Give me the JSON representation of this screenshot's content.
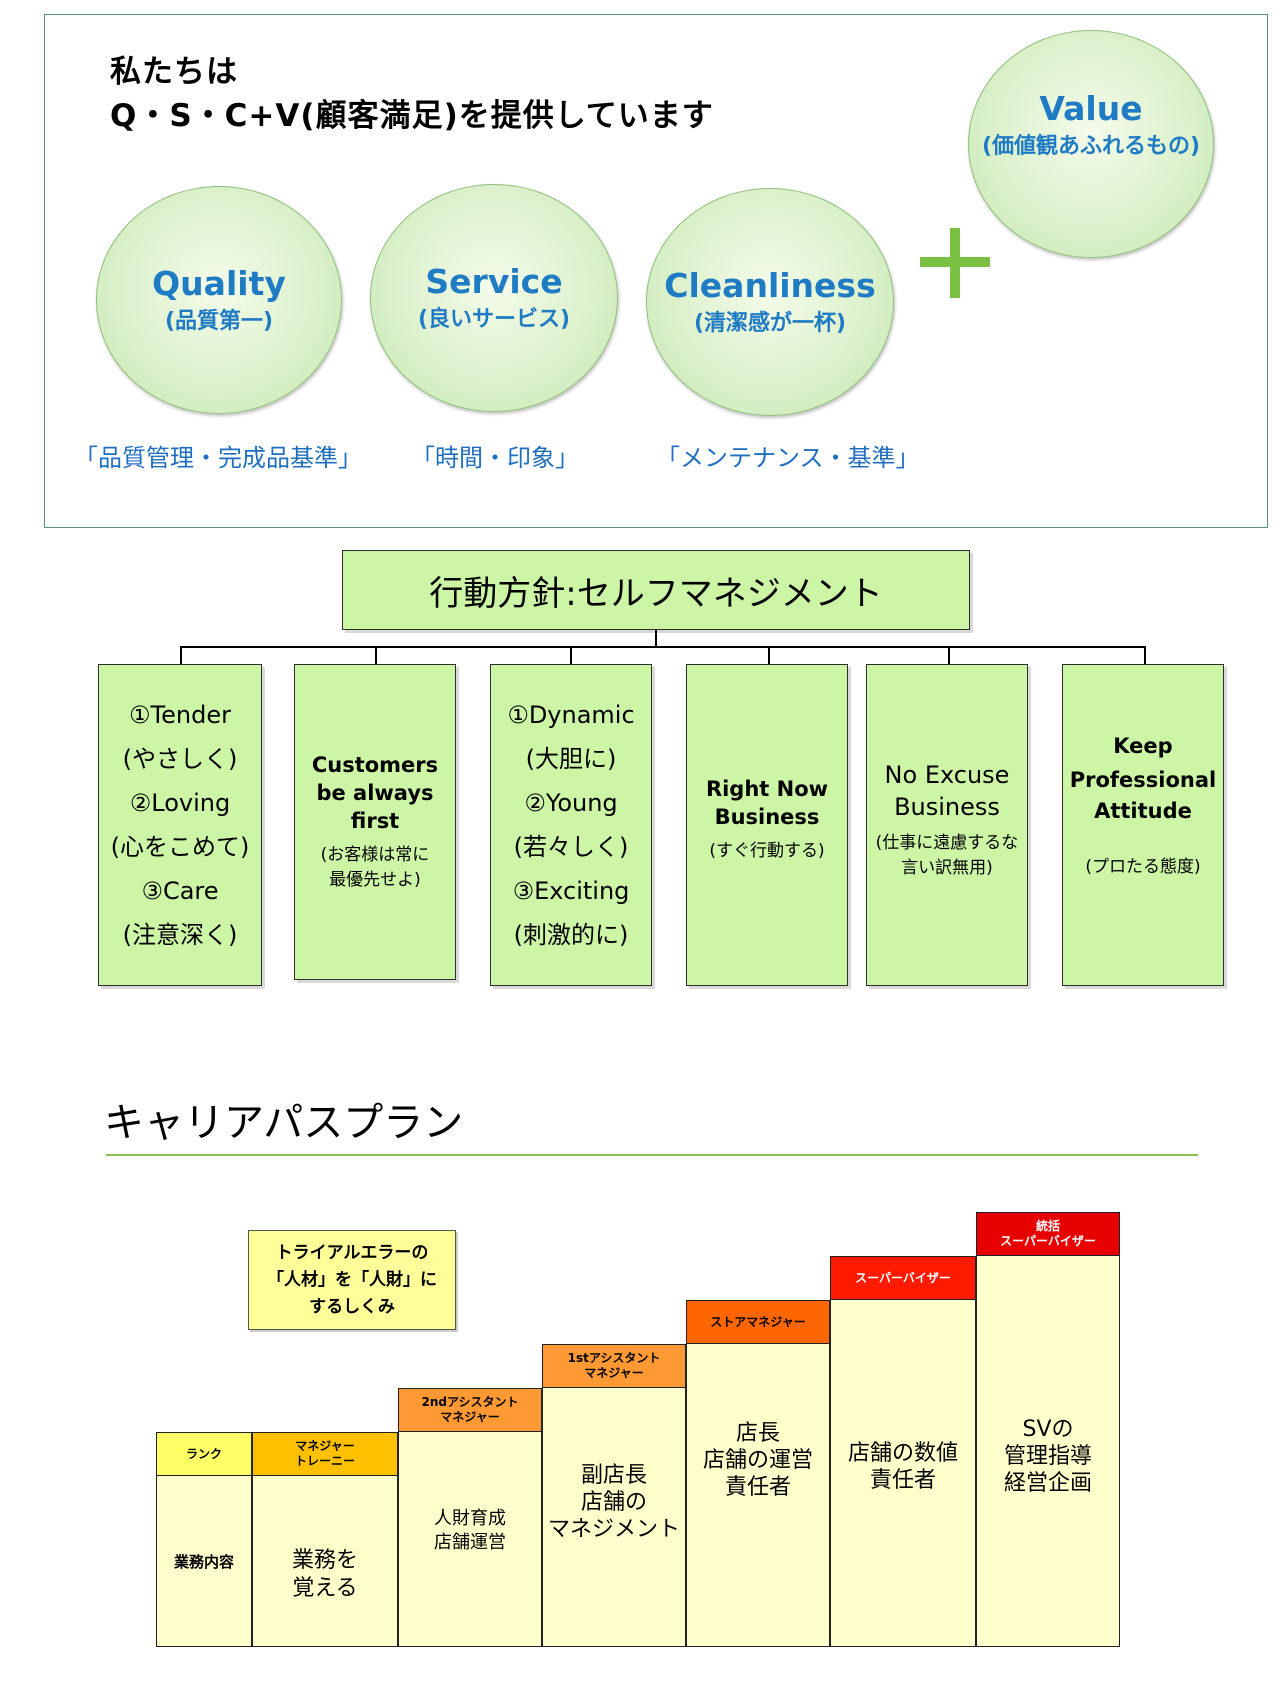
{
  "qsc": {
    "headline_line1": "私たちは",
    "headline_line2": "Q・S・C+V(顧客満足)を提供しています",
    "circles": [
      {
        "en": "Quality",
        "jp": "(品質第一)",
        "caption": "「品質管理・完成品基準」"
      },
      {
        "en": "Service",
        "jp": "(良いサービス)",
        "caption": "「時間・印象」"
      },
      {
        "en": "Cleanliness",
        "jp": "(清潔感が一杯)",
        "caption": "「メンテナンス・基準」"
      },
      {
        "en": "Value",
        "jp": "(価値観あふれるもの)"
      }
    ],
    "colors": {
      "circle_text": "#1f7bc4",
      "caption_text": "#1f6fc1",
      "plus": "#7ac043",
      "border": "#5f8f7a"
    }
  },
  "policy": {
    "title": "行動方針:セルフマネジメント",
    "boxes": [
      {
        "lines": [
          "①Tender",
          "(やさしく)",
          "②Loving",
          "(心をこめて)",
          "③Care",
          "(注意深く)"
        ]
      },
      {
        "bold": [
          "Customers",
          "be always",
          "first"
        ],
        "small": [
          "(お客様は常に",
          "最優先せよ)"
        ]
      },
      {
        "lines": [
          "①Dynamic",
          "(大胆に)",
          "②Young",
          "(若々しく)",
          "③Exciting",
          "(刺激的に)"
        ]
      },
      {
        "bold": [
          "Right Now",
          "Business"
        ],
        "small": [
          "(すぐ行動する)"
        ]
      },
      {
        "med": [
          "No Excuse",
          "Business"
        ],
        "small": [
          "(仕事に遠慮するな",
          "言い訳無用)"
        ]
      },
      {
        "bold": [
          "Keep",
          "Professional",
          "Attitude"
        ],
        "small": [
          "(プロたる態度)"
        ]
      }
    ],
    "colors": {
      "box_fill": "#ccf5a6"
    }
  },
  "career": {
    "title": "キャリアパスプラン",
    "trial_lines": [
      "トライアルエラーの",
      "「人材」を「人財」に",
      "するしくみ"
    ],
    "steps": [
      {
        "head": [
          "ランク"
        ],
        "body": [
          "業務内容"
        ]
      },
      {
        "head": [
          "マネジャー",
          "トレーニー"
        ],
        "body": [
          "業務を",
          "覚える"
        ]
      },
      {
        "head": [
          "2ndアシスタント",
          "マネジャー"
        ],
        "body": [
          "人財育成",
          "店舗運営"
        ]
      },
      {
        "head": [
          "1stアシスタント",
          "マネジャー"
        ],
        "body": [
          "副店長",
          "店舗の",
          "マネジメント"
        ]
      },
      {
        "head": [
          "ストアマネジャー"
        ],
        "body": [
          "店長",
          "店舗の運営",
          "責任者"
        ]
      },
      {
        "head": [
          "スーパーバイザー"
        ],
        "body": [
          "店舗の数値",
          "責任者"
        ]
      },
      {
        "head": [
          "統括",
          "スーパーバイザー"
        ],
        "body": [
          "SVの",
          "管理指導",
          "経営企画"
        ]
      }
    ],
    "colors": {
      "body_fill": "#ffffcc",
      "rule": "#8cc152"
    }
  }
}
